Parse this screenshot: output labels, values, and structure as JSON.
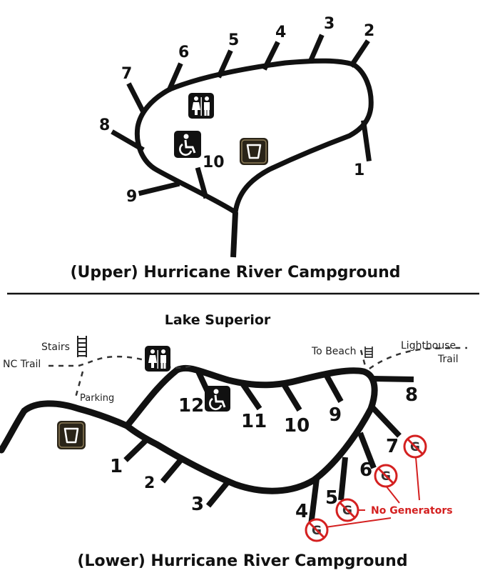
{
  "upper": {
    "title": "(Upper) Hurricane River Campground",
    "sites": [
      "1",
      "2",
      "3",
      "4",
      "5",
      "6",
      "7",
      "8",
      "9",
      "10"
    ]
  },
  "lower": {
    "title": "(Lower) Hurricane River Campground",
    "lake_label": "Lake Superior",
    "stairs_label": "Stairs",
    "nc_trail_label": "NC Trail",
    "parking_label": "Parking",
    "to_beach_label": "To Beach",
    "lighthouse_label_line1": "Lighthouse",
    "lighthouse_label_line2": "Trail",
    "no_generators_label": "No Generators",
    "generator_symbol": "G",
    "sites": [
      "1",
      "2",
      "3",
      "4",
      "5",
      "6",
      "7",
      "8",
      "9",
      "10",
      "11",
      "12"
    ]
  },
  "icons": [
    "restroom-icon",
    "accessible-icon",
    "water-icon",
    "stairs-icon",
    "no-generator-icon"
  ],
  "colors": {
    "road": "#111111",
    "no_generator": "#d42020",
    "trail": "#333333"
  }
}
